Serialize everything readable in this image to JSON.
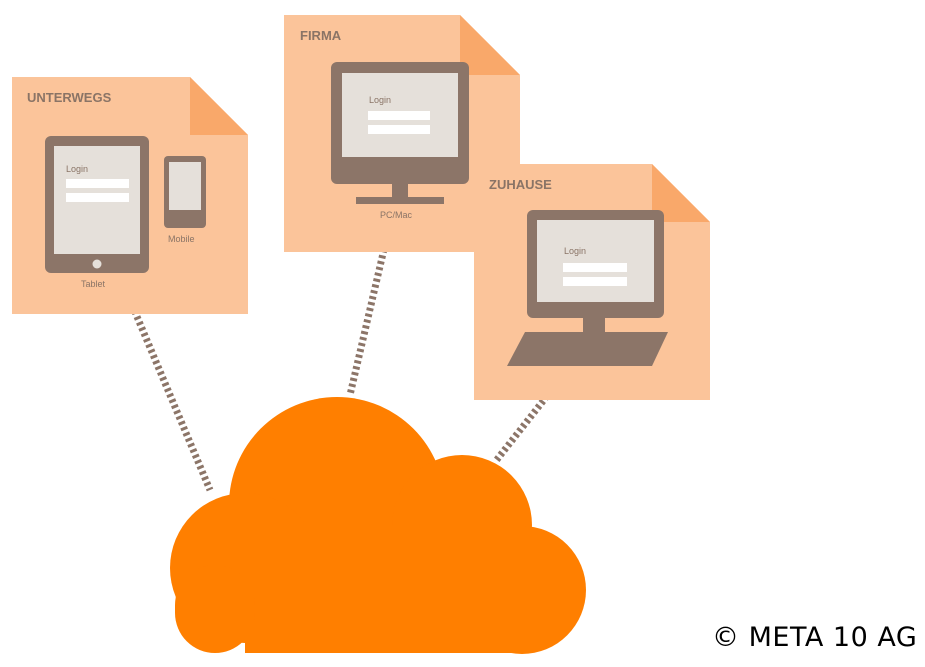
{
  "cards": {
    "unterwegs": {
      "title": "UNTERWEGS",
      "tablet_label": "Tablet",
      "mobile_label": "Mobile",
      "login_label": "Login"
    },
    "firma": {
      "title": "FIRMA",
      "device_label": "PC/Mac",
      "login_label": "Login"
    },
    "zuhause": {
      "title": "ZUHAUSE",
      "login_label": "Login"
    }
  },
  "copyright": "© META 10 AG",
  "colors": {
    "card_fill": "#fbc49a",
    "card_fold": "#f9a86a",
    "device": "#8c7568",
    "screen": "#e5e0da",
    "cloud": "#ff7f00",
    "connector": "#8c7568"
  }
}
